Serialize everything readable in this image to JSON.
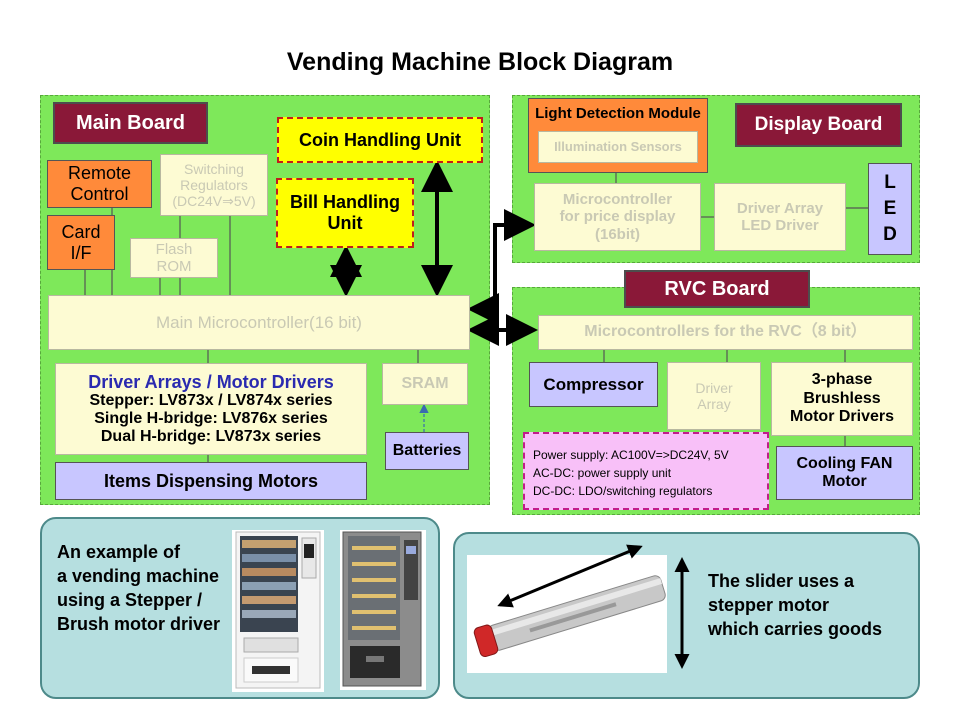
{
  "title": "Vending Machine Block Diagram",
  "main_board": {
    "header": "Main Board",
    "remote_control": [
      "Remote",
      "Control"
    ],
    "switching_regulators": [
      "Switching",
      "Regulators",
      "(DC24V⇒5V)"
    ],
    "card_if": [
      "Card",
      "I/F"
    ],
    "flash_rom": [
      "Flash",
      "ROM"
    ],
    "coin_handling": "Coin Handling Unit",
    "bill_handling": [
      "Bill Handling",
      "Unit"
    ],
    "main_mcu": "Main Microcontroller(16 bit)",
    "driver_arrays": {
      "heading": "Driver Arrays / Motor Drivers",
      "lines": [
        "Stepper: LV873x / LV874x series",
        "Single H-bridge: LV876x series",
        "Dual H-bridge: LV873x series"
      ]
    },
    "sram": "SRAM",
    "batteries": "Batteries",
    "dispensing_motors": "Items Dispensing Motors"
  },
  "display_board": {
    "header": "Display Board",
    "light_detection": "Light Detection Module",
    "illumination": "Illumination Sensors",
    "mcu_price": [
      "Microcontroller",
      "for price display",
      "(16bit)"
    ],
    "driver_array": [
      "Driver Array",
      "LED Driver"
    ],
    "led": [
      "L",
      "E",
      "D"
    ]
  },
  "rvc_board": {
    "header": "RVC Board",
    "mcu_rvc": "Microcontrollers for the RVC（8 bit）",
    "compressor": "Compressor",
    "driver_array": [
      "Driver",
      "Array"
    ],
    "brushless": [
      "3-phase",
      "Brushless",
      "Motor Drivers"
    ],
    "cooling_fan": [
      "Cooling FAN",
      "Motor"
    ],
    "power_note": [
      "Power supply: AC100V=>DC24V, 5V",
      "AC-DC:  power supply unit",
      "DC-DC:  LDO/switching regulators"
    ]
  },
  "bottom": {
    "example_text": [
      "An example of",
      "a vending machine",
      "using a Stepper /",
      "Brush motor driver"
    ],
    "slider_text": [
      "The slider uses a",
      "stepper motor",
      "which carries goods"
    ]
  },
  "colors": {
    "board_green": "#7ee85a",
    "header_maroon": "#8a1838",
    "orange": "#ff8a3a",
    "lavender": "#c8c6ff",
    "yellow": "#ffff00",
    "power_pink": "#f8c0f8",
    "panel_blue": "#b6dfe0"
  }
}
